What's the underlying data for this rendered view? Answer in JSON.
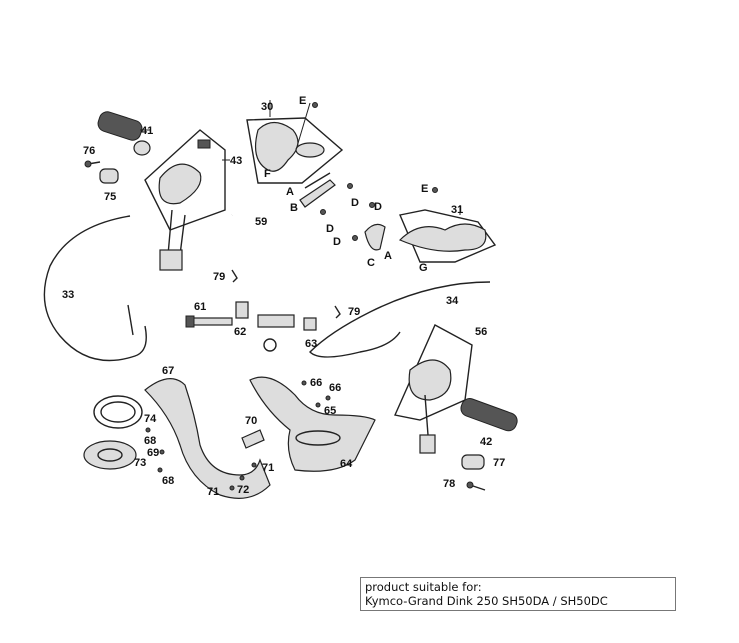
{
  "diagram": {
    "callouts": [
      {
        "id": "c41",
        "text": "41"
      },
      {
        "id": "c76",
        "text": "76"
      },
      {
        "id": "c43",
        "text": "43"
      },
      {
        "id": "c75",
        "text": "75"
      },
      {
        "id": "c30",
        "text": "30"
      },
      {
        "id": "cE1",
        "text": "E"
      },
      {
        "id": "cF",
        "text": "F"
      },
      {
        "id": "cA1",
        "text": "A"
      },
      {
        "id": "cB",
        "text": "B"
      },
      {
        "id": "cD1",
        "text": "D"
      },
      {
        "id": "cD2",
        "text": "D"
      },
      {
        "id": "cD3",
        "text": "D"
      },
      {
        "id": "cD4",
        "text": "D"
      },
      {
        "id": "c31",
        "text": "31"
      },
      {
        "id": "cE2",
        "text": "E"
      },
      {
        "id": "cA2",
        "text": "A"
      },
      {
        "id": "cC",
        "text": "C"
      },
      {
        "id": "cG",
        "text": "G"
      },
      {
        "id": "c59",
        "text": "59"
      },
      {
        "id": "c79a",
        "text": "79"
      },
      {
        "id": "c33",
        "text": "33"
      },
      {
        "id": "c34",
        "text": "34"
      },
      {
        "id": "c56",
        "text": "56"
      },
      {
        "id": "c61",
        "text": "61"
      },
      {
        "id": "c62",
        "text": "62"
      },
      {
        "id": "c63",
        "text": "63"
      },
      {
        "id": "c79b",
        "text": "79"
      },
      {
        "id": "c67",
        "text": "67"
      },
      {
        "id": "c66a",
        "text": "66"
      },
      {
        "id": "c66b",
        "text": "66"
      },
      {
        "id": "c65",
        "text": "65"
      },
      {
        "id": "c74",
        "text": "74"
      },
      {
        "id": "c68a",
        "text": "68"
      },
      {
        "id": "c69",
        "text": "69"
      },
      {
        "id": "c73",
        "text": "73"
      },
      {
        "id": "c70",
        "text": "70"
      },
      {
        "id": "c71a",
        "text": "71"
      },
      {
        "id": "c68b",
        "text": "68"
      },
      {
        "id": "c71b",
        "text": "71"
      },
      {
        "id": "c72",
        "text": "72"
      },
      {
        "id": "c64",
        "text": "64"
      },
      {
        "id": "c42",
        "text": "42"
      },
      {
        "id": "c77",
        "text": "77"
      },
      {
        "id": "c78",
        "text": "78"
      }
    ]
  },
  "info_box": {
    "line1": "product suitable for:",
    "line2": "Kymco-Grand Dink 250 SH50DA / SH50DC"
  }
}
